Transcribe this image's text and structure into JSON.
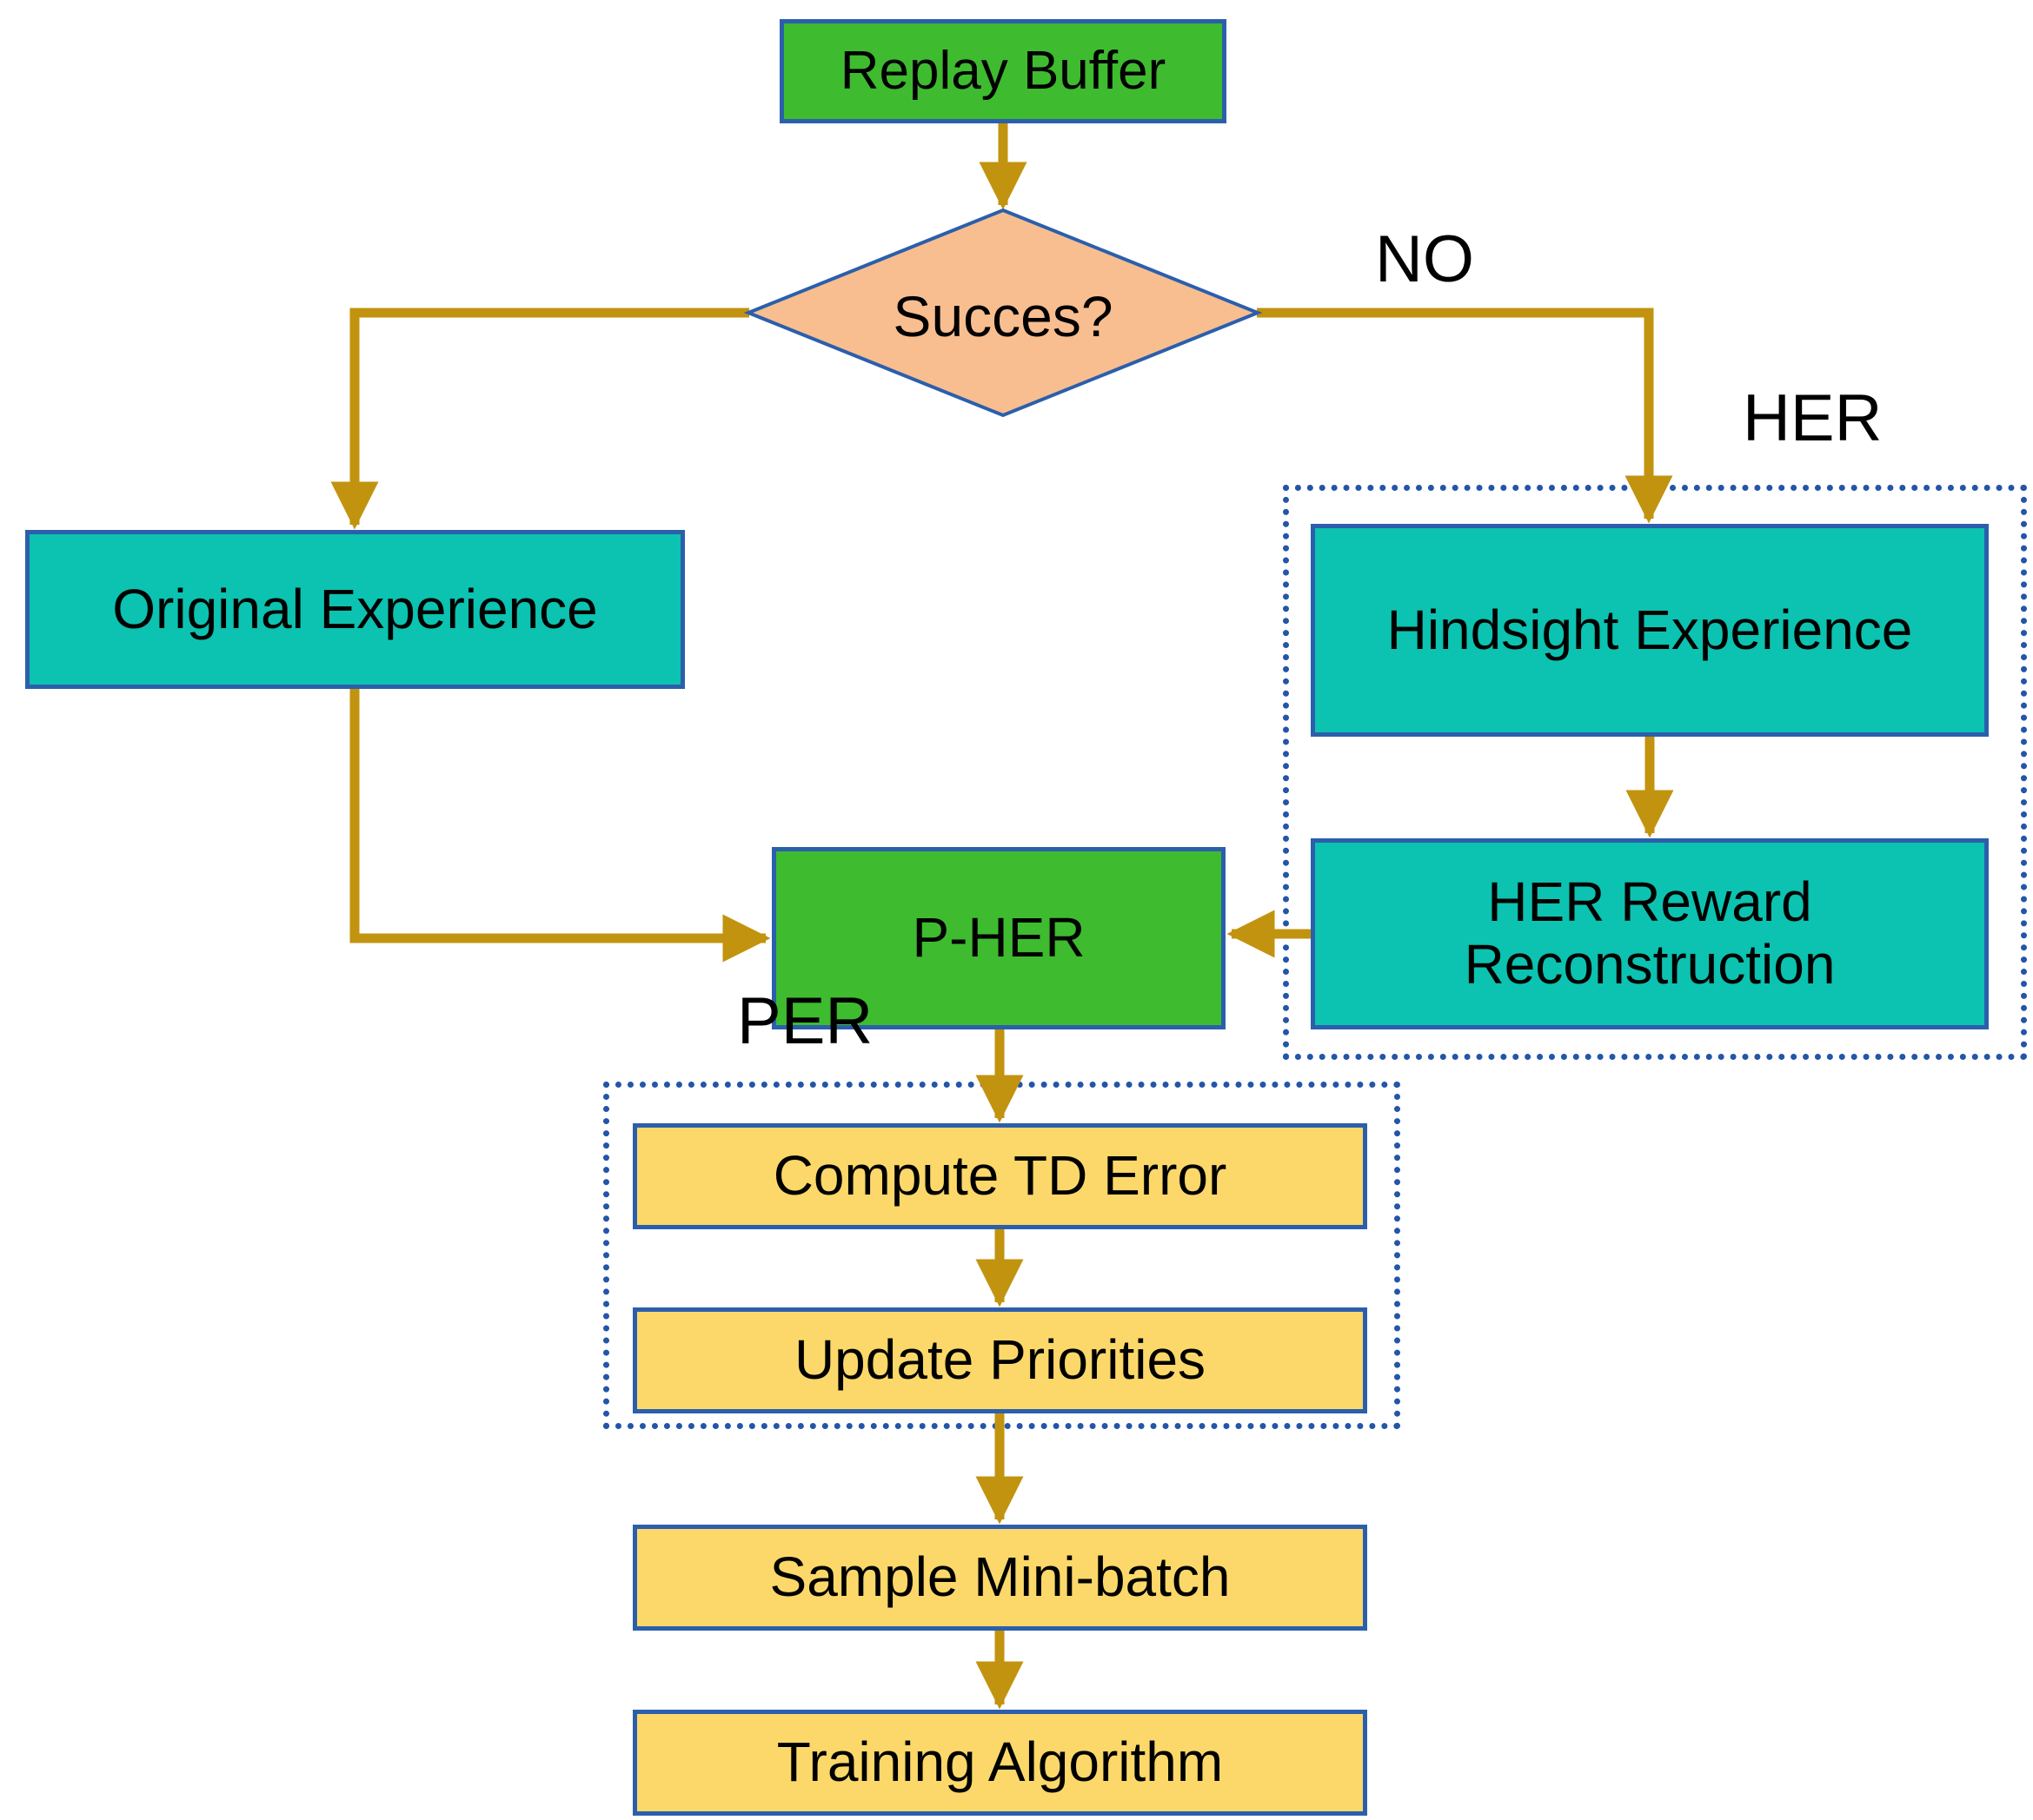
{
  "colors": {
    "bg": "#ffffff",
    "green": "#3EBB2F",
    "teal": "#0CC2B0",
    "yellow": "#FBD869",
    "peach": "#F8BE90",
    "arrow": "#C2930E",
    "border": "#2B5FAC",
    "dotted": "#2355A8",
    "text": "#000000"
  },
  "nodes": {
    "replay_buffer": {
      "label": "Replay Buffer"
    },
    "success_decision": {
      "label": "Succes?"
    },
    "original_experience": {
      "label": "Original Experience"
    },
    "hindsight_experience": {
      "label": "Hindsight Experience"
    },
    "her_reward_reconstruction": {
      "label": "HER Reward\nReconstruction"
    },
    "p_her": {
      "label": "P-HER"
    },
    "compute_td_error": {
      "label": "Compute TD Error"
    },
    "update_priorities": {
      "label": "Update Priorities"
    },
    "sample_mini_batch": {
      "label": "Sample Mini-batch"
    },
    "training_algorithm": {
      "label": "Training Algorithm"
    }
  },
  "labels": {
    "no_branch": "NO",
    "her_group": "HER",
    "per_group": "PER"
  }
}
